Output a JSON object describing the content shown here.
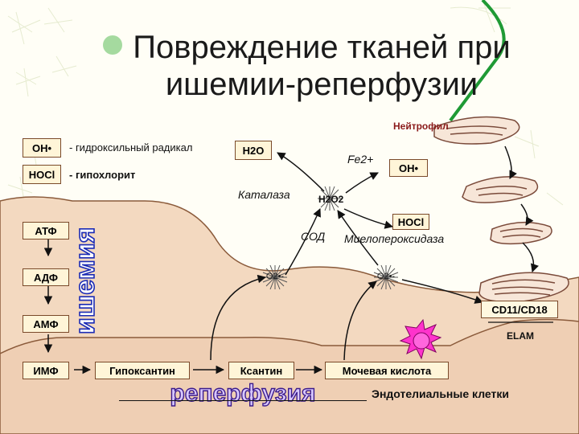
{
  "title": {
    "line1": "Повреждение тканей при",
    "line2": "ишемии-реперфузии"
  },
  "legend": {
    "oh_symbol": "OH•",
    "oh_text": "- гидроксильный радикал",
    "hocl_symbol": "HOCl",
    "hocl_text": "- гипохлорит"
  },
  "ischemia_word": "ишемия",
  "reperfusion_word": "реперфузия",
  "nucleotides": [
    "АТФ",
    "АДФ",
    "АМФ",
    "ИМФ"
  ],
  "purines": {
    "hypoxanthine": "Гипоксантин",
    "xanthine": "Ксантин",
    "uric_acid": "Мочевая кислота"
  },
  "species": {
    "water": "H2O",
    "peroxide": "H2O2",
    "oh_right": "OH•",
    "hocl_right": "HOCl",
    "superoxide_1": "O2•-",
    "superoxide_2": "O2•-",
    "iron": "Fe2+"
  },
  "enzymes": {
    "catalase": "Каталаза",
    "sod": "СОД",
    "mpo": "Миелопероксидаза"
  },
  "cells": {
    "neutrophil": "Нейтрофил",
    "cd_marker": "CD11/CD18",
    "elam": "ELAM",
    "endothelium": "Эндотелиальные клетки"
  },
  "colors": {
    "box_fill": "#fff5d8",
    "box_border": "#7a4a2a",
    "tissue": "#f3d9c0",
    "flash": "#ff33cc"
  }
}
